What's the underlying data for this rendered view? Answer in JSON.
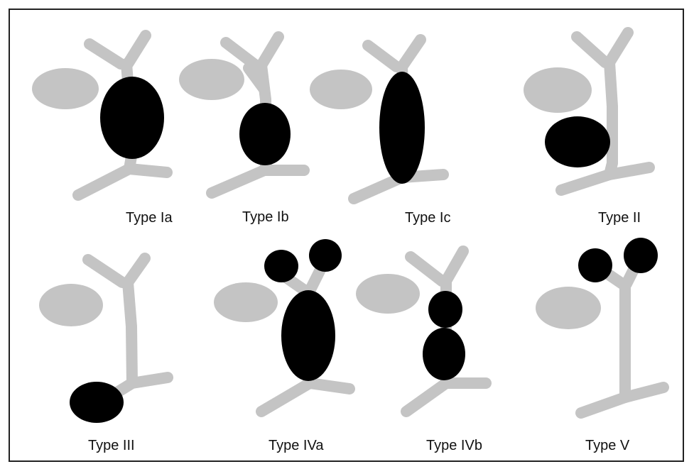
{
  "colors": {
    "duct": "#c4c4c4",
    "cyst": "#000000",
    "frame": "#222222",
    "text": "#111111"
  },
  "panels": [
    {
      "label": "Type Ia"
    },
    {
      "label": "Type Ib"
    },
    {
      "label": "Type Ic"
    },
    {
      "label": "Type II"
    },
    {
      "label": "Type III"
    },
    {
      "label": "Type IVa"
    },
    {
      "label": "Type IVb"
    },
    {
      "label": "Type V"
    }
  ]
}
